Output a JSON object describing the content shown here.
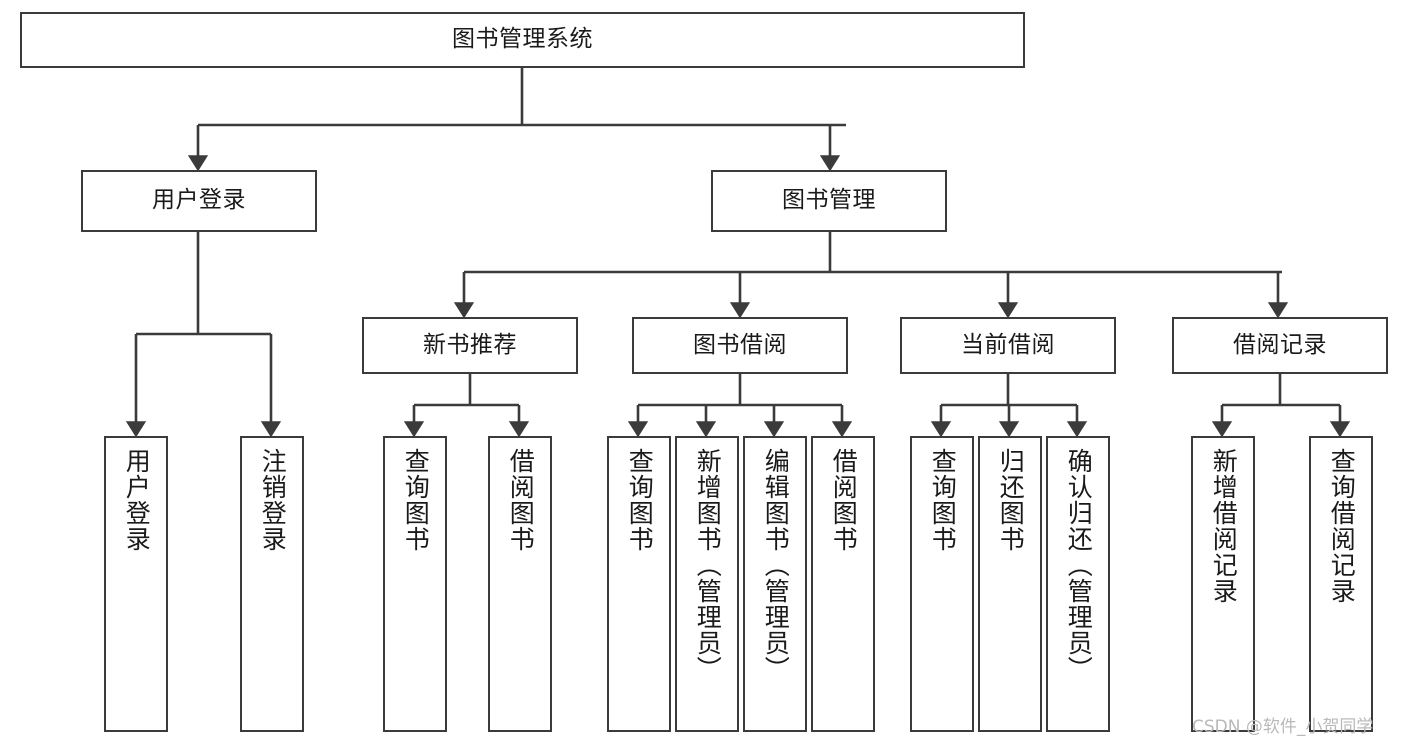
{
  "diagram": {
    "title": "图书管理系统",
    "type": "tree-hierarchy-diagram",
    "colors": {
      "box_border": "#3b3b3b",
      "box_fill": "#ffffff",
      "edge": "#3b3b3b",
      "text": "#1a1a1a",
      "watermark": "#b9b9b9"
    },
    "root": {
      "id": "root",
      "label": "图书管理系统"
    },
    "level2": [
      {
        "id": "user-login",
        "label": "用户登录"
      },
      {
        "id": "book-management",
        "label": "图书管理"
      }
    ],
    "level3": [
      {
        "id": "new-book-recommend",
        "label": "新书推荐",
        "parent": "book-management"
      },
      {
        "id": "book-borrow",
        "label": "图书借阅",
        "parent": "book-management"
      },
      {
        "id": "current-borrow",
        "label": "当前借阅",
        "parent": "book-management"
      },
      {
        "id": "borrow-record",
        "label": "借阅记录",
        "parent": "book-management"
      }
    ],
    "leaves": {
      "user-login": [
        {
          "id": "leaf-user-login",
          "label": "用户登录"
        },
        {
          "id": "leaf-logout-login",
          "label": "注销登录"
        }
      ],
      "new-book-recommend": [
        {
          "id": "leaf-query-book-1",
          "label": "查询图书"
        },
        {
          "id": "leaf-borrow-book-1",
          "label": "借阅图书"
        }
      ],
      "book-borrow": [
        {
          "id": "leaf-query-book-2",
          "label": "查询图书"
        },
        {
          "id": "leaf-add-book",
          "label": "新增图书（管理员）"
        },
        {
          "id": "leaf-edit-book",
          "label": "编辑图书（管理员）"
        },
        {
          "id": "leaf-borrow-book-2",
          "label": "借阅图书"
        }
      ],
      "current-borrow": [
        {
          "id": "leaf-query-book-3",
          "label": "查询图书"
        },
        {
          "id": "leaf-return-book",
          "label": "归还图书"
        },
        {
          "id": "leaf-confirm-return",
          "label": "确认归还（管理员）"
        }
      ],
      "borrow-record": [
        {
          "id": "leaf-add-record",
          "label": "新增借阅记录"
        },
        {
          "id": "leaf-query-record",
          "label": "查询借阅记录"
        }
      ]
    },
    "watermark": "CSDN @软件_小贺同学"
  }
}
